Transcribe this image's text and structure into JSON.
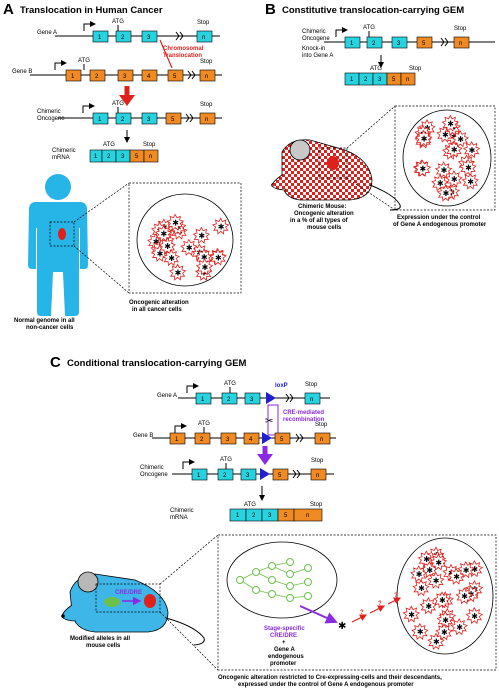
{
  "panels": {
    "a": {
      "letter": "A",
      "title": "Translocation in Human Cancer"
    },
    "b": {
      "letter": "B",
      "title": "Constitutive translocation-carrying GEM"
    },
    "c": {
      "letter": "C",
      "title": "Conditional translocation-carrying GEM"
    }
  },
  "labels": {
    "gene_a": "Gene A",
    "gene_b": "Gene B",
    "atg": "ATG",
    "stop": "Stop",
    "chimeric": "Chimeric",
    "oncogene": "Oncogene",
    "mrna": "mRNA",
    "knock_in_1": "Knock-in",
    "knock_in_2": "into Gene A",
    "chromosomal": "Chromosomal",
    "translocation": "Translocation",
    "loxp": "loxP",
    "cre_mediated": "CRE-mediated",
    "recombination": "recombination",
    "cre_dre": "CRE/DRE",
    "question": "?"
  },
  "exon_labels": {
    "one": "1",
    "two": "2",
    "three": "3",
    "four": "4",
    "five": "5",
    "n": "n",
    "mrna_1": "1",
    "mrna_2": "2",
    "mrna_3": "3",
    "mrna_5": "5",
    "mrna_n": "n"
  },
  "captions": {
    "normal_genome_1": "Normal genome in all",
    "normal_genome_2": "non-cancer cells",
    "oncogenic_all_1": "Oncogenic alteration",
    "oncogenic_all_2": "in all cancer cells",
    "chimeric_mouse_1": "Chimeric Mouse:",
    "chimeric_mouse_2": "Oncogenic alteration",
    "chimeric_mouse_3": "in a % of all types of",
    "chimeric_mouse_4": "mouse cells",
    "expression_1": "Expression under the control",
    "expression_2": "of Gene A endogenous promoter",
    "modified_1": "Modified alleles in all",
    "modified_2": "mouse cells",
    "stage_1": "Stage-specific",
    "stage_2": "CRE/DRE",
    "stage_3": "+",
    "stage_4": "Gene A",
    "stage_5": "endogenous",
    "stage_6": "promoter",
    "restricted_1": "Oncogenic alteration restricted to Cre-expressing-cells and their descendants,",
    "restricted_2": "expressed under the control of Gene A endogenous promoter"
  },
  "colors": {
    "exon_gene_a": "#27d3df",
    "exon_gene_b": "#f08a22",
    "alteration": "#e0201b",
    "human": "#27b4e6",
    "mouse_c": "#3fb6e8",
    "loxp": "#2020d0",
    "cre": "#8a2be2",
    "cell_green": "#6cc04a"
  }
}
